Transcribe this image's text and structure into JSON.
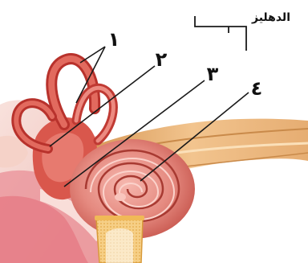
{
  "diagram": {
    "bracket_label": "الدهليز",
    "labels": [
      "١",
      "٢",
      "٣",
      "٤"
    ]
  },
  "colors": {
    "background": "#ffffff",
    "tissue_light": "#f2c9c2",
    "tissue_pink": "#e8a39a",
    "canal_red": "#d9574c",
    "canal_dark": "#b8322c",
    "cochlea": "#e78a80",
    "nerve": "#d89a5a",
    "nerve_light": "#f1c48c",
    "stapes": "#f3c26b",
    "leader_line": "#1a1a1a"
  }
}
